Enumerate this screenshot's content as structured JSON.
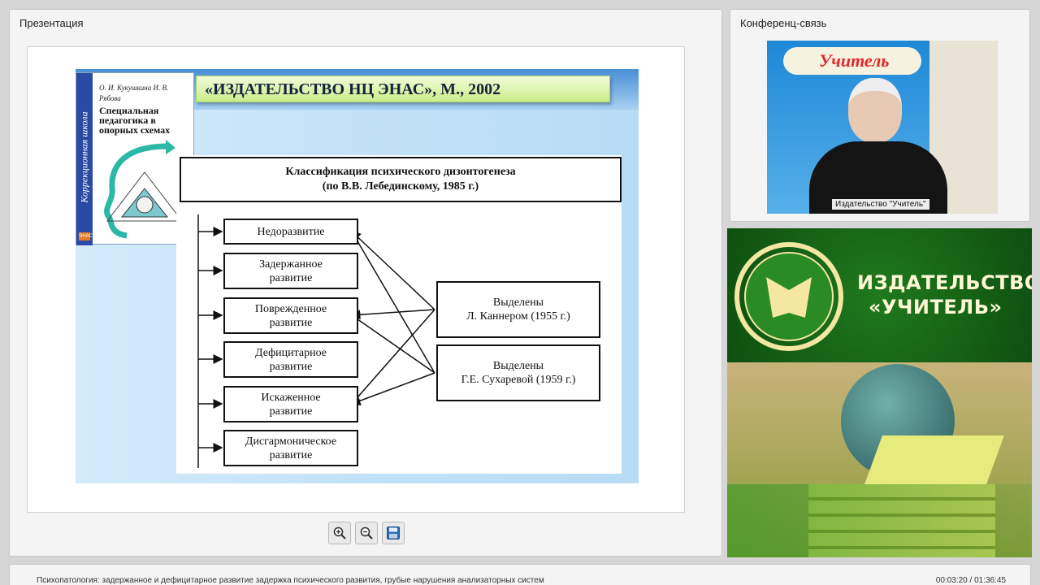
{
  "presentation": {
    "title": "Презентация",
    "slide": {
      "header": "«ИЗДАТЕЛЬСТВО НЦ ЭНАС», М., 2002",
      "book": {
        "authors": "О. И. Кукушкина И. В. Рябова",
        "title": "Специальная педагогика в опорных схемах",
        "spine": "Коррекционная школа",
        "badge": "ЭНАС"
      },
      "diagram": {
        "heading_line1": "Классификация психического дизонтогенеза",
        "heading_line2": "(по В.В. Лебединскому, 1985 г.)",
        "types": [
          {
            "line1": "Недоразвитие",
            "line2": ""
          },
          {
            "line1": "Задержанное",
            "line2": "развитие"
          },
          {
            "line1": "Поврежденное",
            "line2": "развитие"
          },
          {
            "line1": "Дефицитарное",
            "line2": "развитие"
          },
          {
            "line1": "Искаженное",
            "line2": "развитие"
          },
          {
            "line1": "Дисгармоническое",
            "line2": "развитие"
          }
        ],
        "sources": [
          {
            "line1": "Выделены",
            "line2": "Л. Каннером (1955 г.)"
          },
          {
            "line1": "Выделены",
            "line2": "Г.Е. Сухаревой (1959 г.)"
          }
        ]
      }
    },
    "tools": [
      {
        "name": "zoom-in-icon"
      },
      {
        "name": "zoom-out-icon"
      },
      {
        "name": "save-icon"
      }
    ]
  },
  "conference": {
    "title": "Конференц-связь",
    "video_label": "Издательство \"Учитель\"",
    "video_sign": "Учитель"
  },
  "banner": {
    "brand_line1": "ИЗДАТЕЛЬСТВО",
    "brand_line2": "«УЧИТЕЛЬ»"
  },
  "footer": {
    "caption": "Психопатология: задержанное и дефицитарное развитие задержка психического развития, грубые нарушения анализаторных систем",
    "time": "00:03:20 / 01:36:45"
  },
  "colors": {
    "banner_green": "#1f7a1c",
    "slide_blue": "#4a8ed6",
    "header_bar": "#c9ee8a"
  }
}
